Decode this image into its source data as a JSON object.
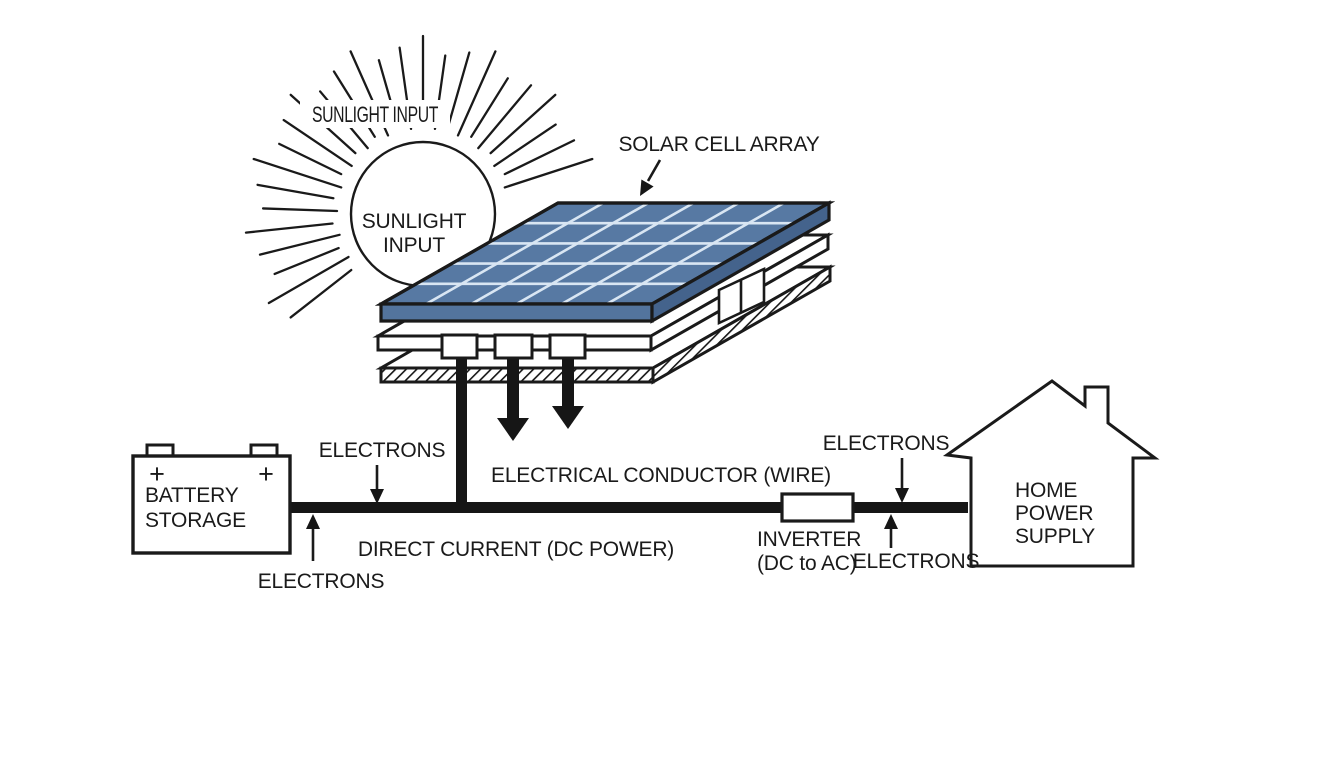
{
  "colors": {
    "background": "#ffffff",
    "ink": "#1a1a1a",
    "panel_top_blue": "#5779a3",
    "panel_front_blue": "#53749d",
    "panel_side_blue": "#44638c",
    "panel_grid_line": "#d9e6f3"
  },
  "sun": {
    "rays_label": "SUNLIGHT INPUT",
    "core_label_line1": "SUNLIGHT",
    "core_label_line2": "INPUT"
  },
  "solar_array": {
    "label": "SOLAR CELL ARRAY"
  },
  "battery": {
    "label_line1": "BATTERY",
    "label_line2": "STORAGE",
    "plus_left": "+",
    "plus_right": "+"
  },
  "wire": {
    "conductor_label": "ELECTRICAL CONDUCTOR (WIRE)",
    "dc_label": "DIRECT CURRENT (DC POWER)"
  },
  "inverter": {
    "label_line1": "INVERTER",
    "label_line2": "(DC to AC)"
  },
  "house": {
    "label_line1": "HOME",
    "label_line2": "POWER",
    "label_line3": "SUPPLY"
  },
  "electrons": {
    "left_top": "ELECTRONS",
    "left_bottom": "ELECTRONS",
    "right_top": "ELECTRONS",
    "right_bottom": "ELECTRONS"
  }
}
